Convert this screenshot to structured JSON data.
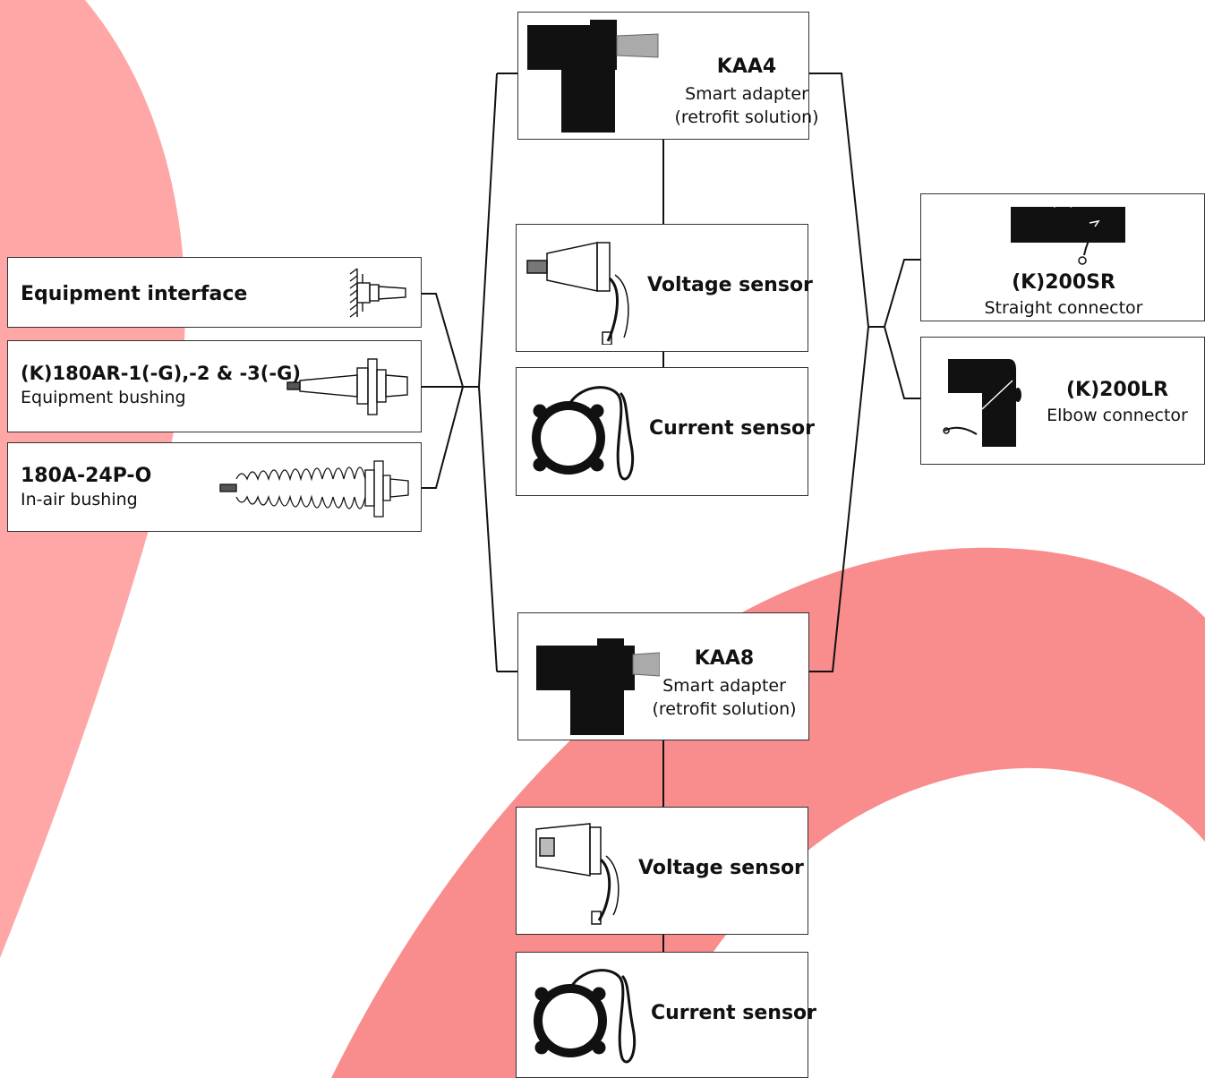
{
  "colors": {
    "accent": "#f7787a",
    "accent_light": "#ffb3b3",
    "line": "#111111",
    "box_border": "#333333"
  },
  "left_items": [
    {
      "title": "Equipment interface",
      "subtitle": ""
    },
    {
      "title": "(K)180AR-1(-G),-2 & -3(-G)",
      "subtitle": "Equipment bushing"
    },
    {
      "title": "180A-24P-O",
      "subtitle": "In-air bushing"
    }
  ],
  "adapters": [
    {
      "title": "KAA4",
      "line1": "Smart adapter",
      "line2": "(retrofit solution)"
    },
    {
      "title": "KAA8",
      "line1": "Smart adapter",
      "line2": "(retrofit solution)"
    }
  ],
  "sensors": {
    "voltage": "Voltage sensor",
    "current": "Current sensor"
  },
  "connectors": [
    {
      "title": "(K)200SR",
      "subtitle": "Straight connector"
    },
    {
      "title": "(K)200LR",
      "subtitle": "Elbow connector"
    }
  ],
  "icons": [
    "wall-interface-icon",
    "equipment-bushing-icon",
    "in-air-bushing-icon",
    "smart-adapter-icon",
    "voltage-sensor-icon",
    "current-sensor-icon",
    "straight-connector-icon",
    "elbow-connector-icon"
  ]
}
